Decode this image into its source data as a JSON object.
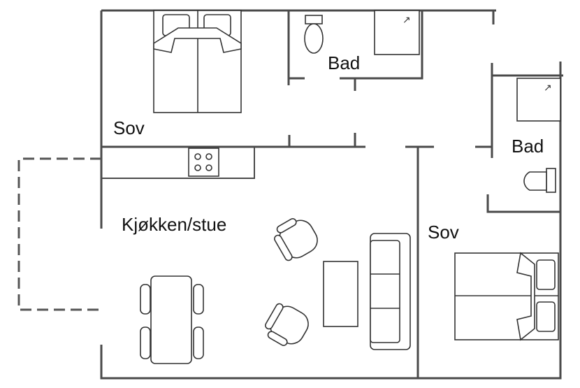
{
  "rooms": {
    "bedroom_1": "Sov",
    "bathroom_1": "Bad",
    "bathroom_2": "Bad",
    "kitchen_living": "Kjøkken/stue",
    "bedroom_2": "Sov"
  },
  "colors": {
    "wall": "#4a4a4a",
    "furniture": "#333333",
    "background": "#ffffff"
  }
}
